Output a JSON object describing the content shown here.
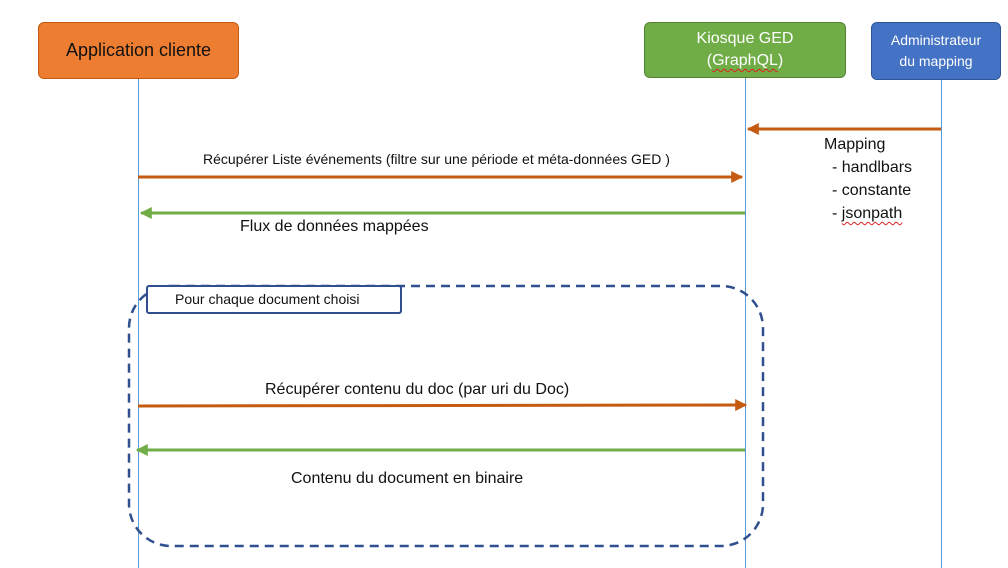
{
  "participants": {
    "app": {
      "label": "Application cliente",
      "color": "#ed7d31"
    },
    "ged": {
      "line1": "Kiosque GED",
      "line2_text": "GraphQL",
      "color": "#70ad47"
    },
    "admin": {
      "line1": "Administrateur",
      "line2": "du mapping",
      "color": "#4472c4"
    }
  },
  "messages": [
    {
      "from": "admin",
      "to": "ged",
      "label": "",
      "color": "#c55a11"
    },
    {
      "from": "app",
      "to": "ged",
      "label": "Récupérer Liste événements (filtre sur une période et méta-données GED )",
      "color": "#c55a11"
    },
    {
      "from": "ged",
      "to": "app",
      "label": "Flux de données mappées",
      "color": "#70ad47"
    },
    {
      "from": "app",
      "to": "ged",
      "label": "Récupérer contenu du doc (par uri du Doc)",
      "color": "#c55a11"
    },
    {
      "from": "ged",
      "to": "app",
      "label": "Contenu du document en binaire",
      "color": "#70ad47"
    }
  ],
  "mapping_note": {
    "title": "Mapping",
    "items": [
      "handlbars",
      "constante",
      "jsonpath"
    ]
  },
  "loop": {
    "label": "Pour chaque document choisi",
    "color": "#2f4f8f"
  }
}
